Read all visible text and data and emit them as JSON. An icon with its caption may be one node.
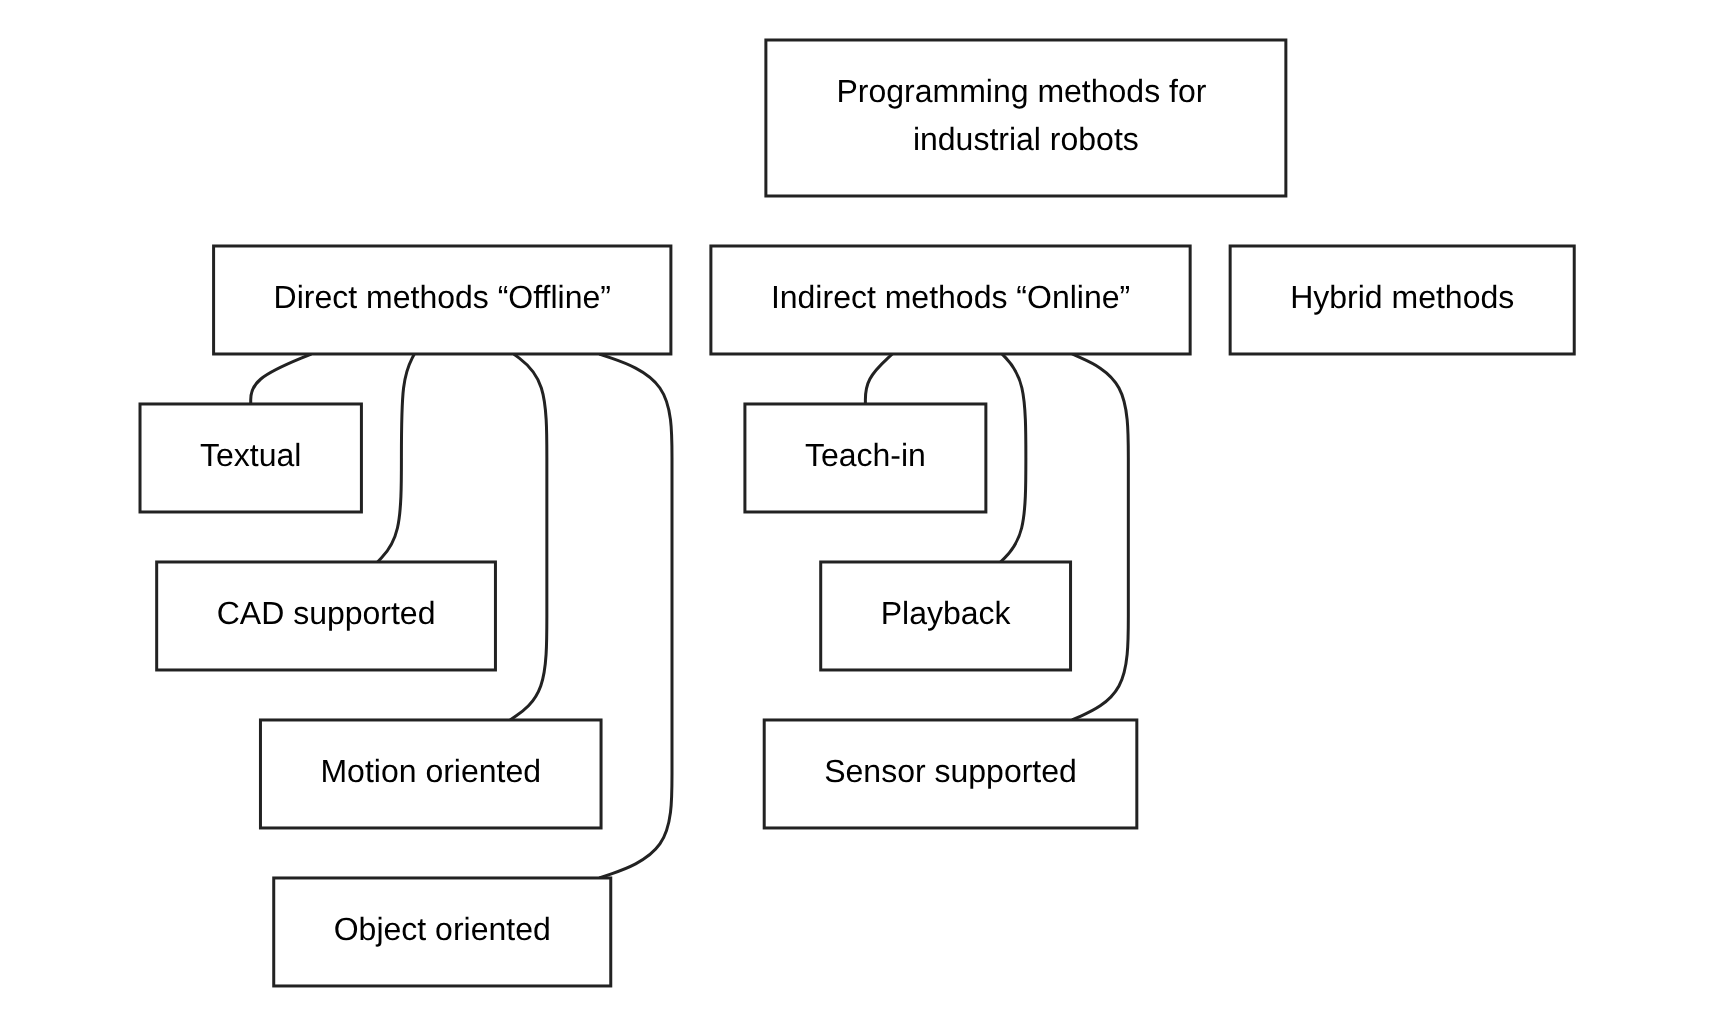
{
  "diagram": {
    "nodes": [
      {
        "text": [
          "Programming methods for industrial robots"
        ]
      },
      {
        "text": [
          "Direct methods “Offline”"
        ]
      },
      {
        "text": [
          "Textual"
        ]
      },
      {
        "text": [
          "CAD supported"
        ]
      },
      {
        "text": [
          "Motion oriented"
        ]
      },
      {
        "text": [
          "Object oriented"
        ]
      },
      {
        "text": [
          "Indirect methods “Online”"
        ]
      },
      {
        "text": [
          "Teach-in"
        ]
      },
      {
        "text": [
          "Playback"
        ]
      },
      {
        "text": [
          "Sensor supported"
        ]
      },
      {
        "text": [
          "Hybrid methods"
        ]
      }
    ],
    "edges": [
      {
        "from": 1,
        "to": 2,
        "arrow": "none"
      },
      {
        "from": 1,
        "to": 3,
        "arrow": "none"
      },
      {
        "from": 1,
        "to": 4,
        "arrow": "none"
      },
      {
        "from": 1,
        "to": 5,
        "arrow": "none"
      },
      {
        "from": 6,
        "to": 7,
        "arrow": "none"
      },
      {
        "from": 6,
        "to": 8,
        "arrow": "none"
      },
      {
        "from": 6,
        "to": 9,
        "arrow": "none"
      }
    ]
  }
}
